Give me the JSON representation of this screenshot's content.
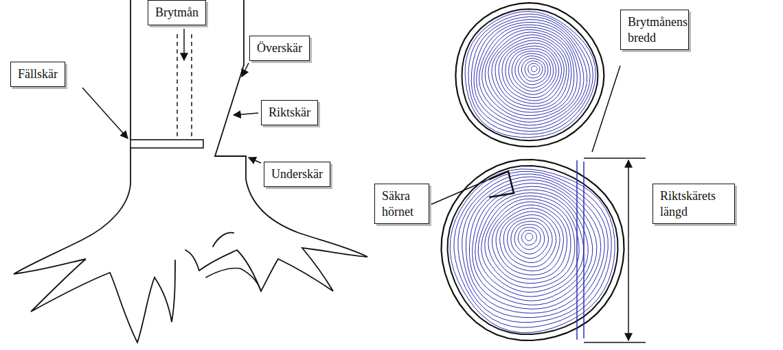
{
  "diagram": {
    "nodes": [
      {
        "text": [
          "Brytmån"
        ]
      },
      {
        "text": [
          "Brytmånens bredd"
        ]
      },
      {
        "text": [
          "Överskär"
        ]
      },
      {
        "text": [
          "Fällskär"
        ]
      },
      {
        "text": [
          "Riktskär"
        ]
      },
      {
        "text": [
          "Underskär"
        ]
      },
      {
        "text": [
          "Säkra hörnet"
        ]
      },
      {
        "text": [
          "Riktskärets längd"
        ]
      }
    ]
  }
}
